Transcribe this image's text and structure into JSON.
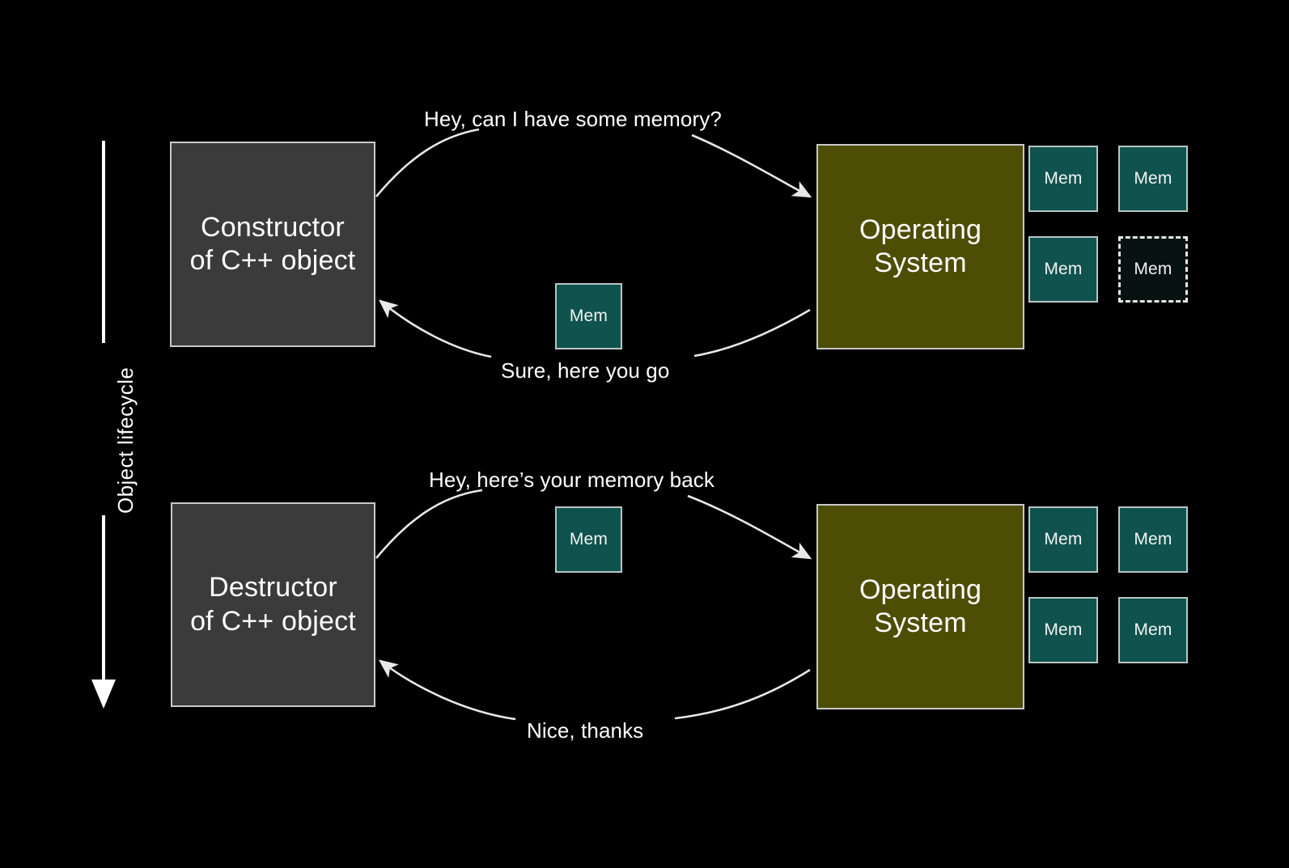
{
  "slide": {
    "background_color": "#000000",
    "axis": {
      "label": "Object lifecycle",
      "direction": "down",
      "arrow_icon": "arrow-down-icon"
    },
    "colors": {
      "process_box": "#3b3b3b",
      "os_box": "#4d4d05",
      "memory_block": "#0f524e",
      "memory_block_border": "#b9c6c5",
      "memory_block_freed": "#071311",
      "stroke": "#e8e8e8",
      "text": "#ffffff"
    },
    "phases": [
      {
        "id": "construction",
        "left_box": {
          "line1": "Constructor",
          "line2": "of C++ object"
        },
        "right_box": {
          "line1": "Operating",
          "line2": "System"
        },
        "request_caption": "Hey, can I have some memory?",
        "response_caption": "Sure, here you go",
        "transfer_block_label": "Mem",
        "memory_grid": [
          {
            "label": "Mem",
            "state": "allocated"
          },
          {
            "label": "Mem",
            "state": "allocated"
          },
          {
            "label": "Mem",
            "state": "allocated"
          },
          {
            "label": "Mem",
            "state": "freed"
          }
        ]
      },
      {
        "id": "destruction",
        "left_box": {
          "line1": "Destructor",
          "line2": "of C++ object"
        },
        "right_box": {
          "line1": "Operating",
          "line2": "System"
        },
        "request_caption": "Hey, here’s your memory back",
        "response_caption": "Nice, thanks",
        "transfer_block_label": "Mem",
        "memory_grid": [
          {
            "label": "Mem",
            "state": "allocated"
          },
          {
            "label": "Mem",
            "state": "allocated"
          },
          {
            "label": "Mem",
            "state": "allocated"
          },
          {
            "label": "Mem",
            "state": "allocated"
          }
        ]
      }
    ]
  }
}
